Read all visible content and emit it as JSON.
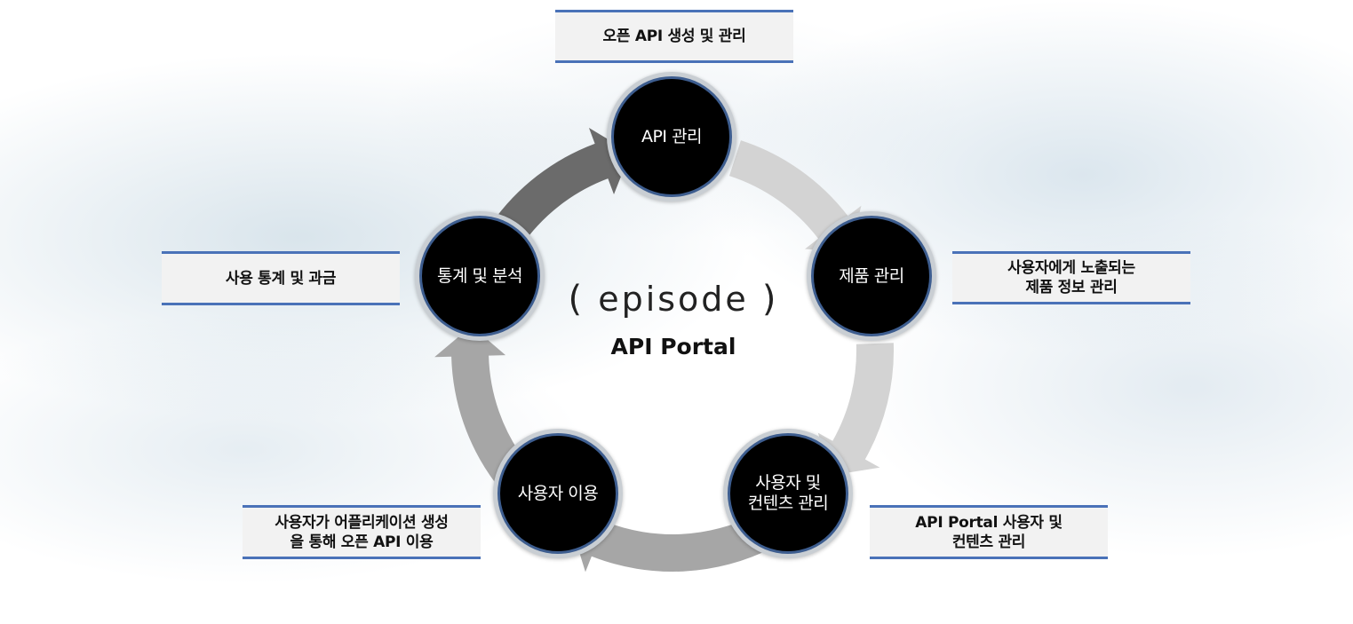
{
  "center": {
    "logo_word": "episode",
    "logo_bracket_left": "(",
    "logo_bracket_right": ")",
    "subtitle": "API Portal"
  },
  "nodes": {
    "api_management": "API 관리",
    "product_management": "제품 관리",
    "user_content_management": "사용자 및\n컨텐츠 관리",
    "user_usage": "사용자 이용",
    "statistics_analysis": "통계 및 분석"
  },
  "notes": {
    "top": "오픈 API 생성 및 관리",
    "right": "사용자에게 노출되는\n제품 정보 관리",
    "bottom_right": "API Portal 사용자 및\n컨텐츠 관리",
    "bottom_left": "사용자가 어플리케이션 생성\n을 통해 오픈 API 이용",
    "left": "사용 통계 및 과금"
  },
  "colors": {
    "node_core": "#000000",
    "node_ring": "#3d5d8f",
    "note_border": "#4a72b8",
    "note_bg": "#f2f2f2",
    "arrow_light": "#d3d3d3",
    "arrow_mid": "#a6a6a6",
    "arrow_dark": "#6b6b6b"
  }
}
